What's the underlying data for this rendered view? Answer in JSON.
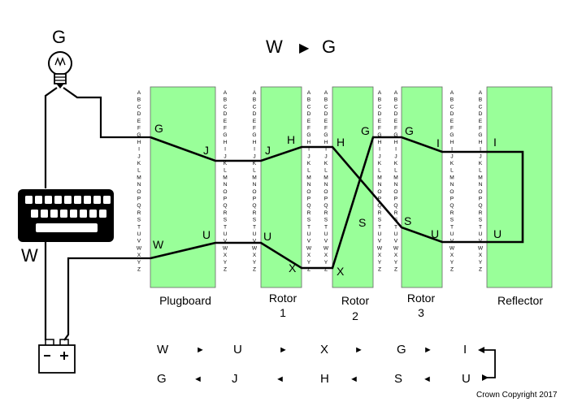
{
  "header": {
    "input_letter": "W",
    "arrow": "▶",
    "output_letter": "G"
  },
  "lamp_letter": "G",
  "key_letter": "W",
  "alphabet": [
    "A",
    "B",
    "C",
    "D",
    "E",
    "F",
    "G",
    "H",
    "I",
    "J",
    "K",
    "L",
    "M",
    "N",
    "O",
    "P",
    "Q",
    "R",
    "S",
    "T",
    "U",
    "V",
    "W",
    "X",
    "Y",
    "Z"
  ],
  "components": [
    {
      "label": "Plugboard",
      "sublabel": ""
    },
    {
      "label": "Rotor",
      "sublabel": "1"
    },
    {
      "label": "Rotor",
      "sublabel": "2"
    },
    {
      "label": "Rotor",
      "sublabel": "3"
    },
    {
      "label": "Reflector",
      "sublabel": ""
    }
  ],
  "path_labels": {
    "plugboard_in": "G",
    "plugboard_out": "J",
    "rotor1_in": "J",
    "rotor1_out": "H",
    "rotor2_in": "H",
    "rotor2_out": "G",
    "rotor3_in": "G",
    "rotor3_out": "I",
    "reflector_top": "I",
    "plugboard_in2": "W",
    "plugboard_out2": "U",
    "rotor1_in2": "U",
    "rotor1_out2": "X",
    "rotor2_in2": "X",
    "rotor2_out2": "S",
    "rotor3_in2": "S",
    "rotor3_out2": "U",
    "reflector_bottom": "U"
  },
  "sequence": {
    "forward": [
      "W",
      "U",
      "X",
      "G",
      "I"
    ],
    "backward": [
      "G",
      "J",
      "H",
      "S",
      "U"
    ],
    "arrow_right": "►",
    "arrow_left": "◄"
  },
  "copyright": "Crown Copyright 2017"
}
